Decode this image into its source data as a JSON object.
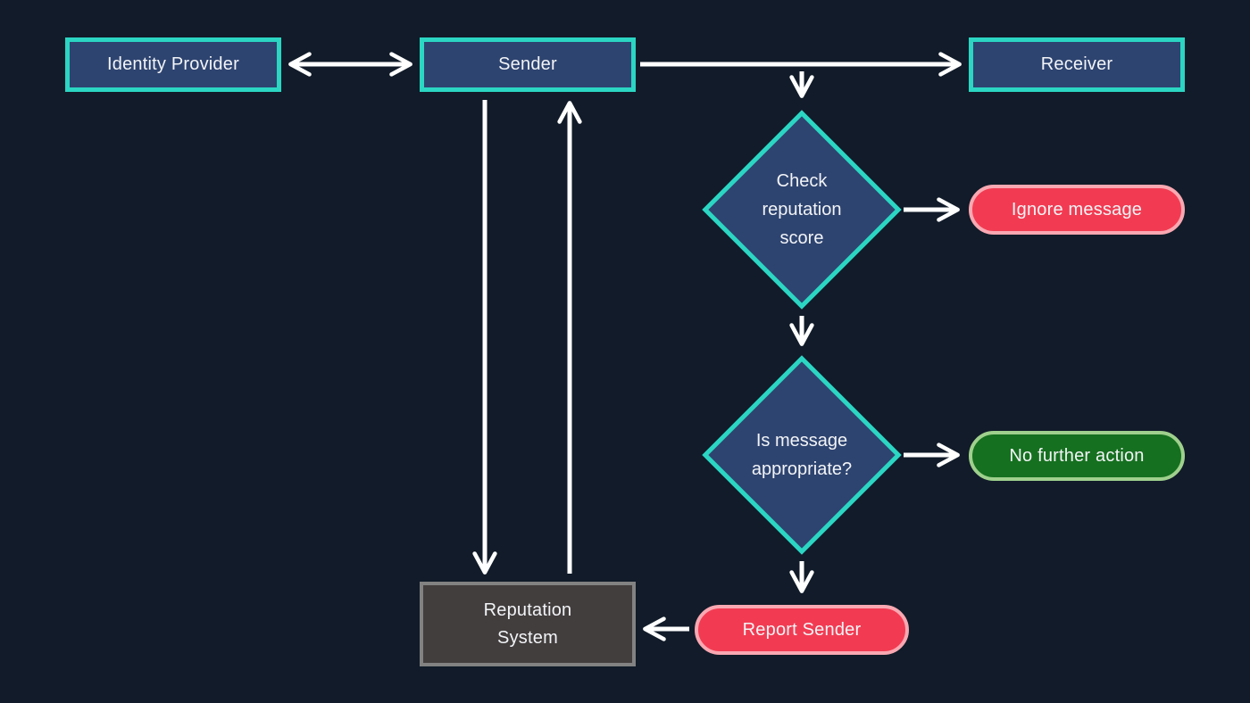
{
  "colors": {
    "bg": "#111B29",
    "node_fill": "#2E4470",
    "node_border": "#2BD6C3",
    "danger_fill": "#F23B52",
    "danger_border": "#F9A8B2",
    "success_fill": "#15701F",
    "success_border": "#9FD08D",
    "neutral_fill": "#433E3E",
    "neutral_border": "#828282",
    "arrow": "#FFFFFF",
    "text": "#F2F4F7"
  },
  "nodes": {
    "identity_provider": {
      "label": "Identity Provider",
      "shape": "rectangle"
    },
    "sender": {
      "label": "Sender",
      "shape": "rectangle"
    },
    "receiver": {
      "label": "Receiver",
      "shape": "rectangle"
    },
    "check_reputation_score": {
      "label": "Check reputation score",
      "shape": "diamond"
    },
    "ignore_message": {
      "label": "Ignore message",
      "shape": "pill"
    },
    "is_message_appropriate": {
      "label": "Is message appropriate?",
      "shape": "diamond"
    },
    "no_further_action": {
      "label": "No further action",
      "shape": "pill"
    },
    "report_sender": {
      "label": "Report Sender",
      "shape": "pill"
    },
    "reputation_system": {
      "label": "Reputation System",
      "shape": "rectangle"
    }
  },
  "edges": [
    {
      "from": "identity_provider",
      "to": "sender",
      "arrows": "both"
    },
    {
      "from": "sender",
      "to": "receiver",
      "arrows": "end"
    },
    {
      "from": "sender-receiver-line",
      "to": "check_reputation_score",
      "arrows": "end"
    },
    {
      "from": "check_reputation_score",
      "to": "ignore_message",
      "arrows": "end"
    },
    {
      "from": "check_reputation_score",
      "to": "is_message_appropriate",
      "arrows": "end"
    },
    {
      "from": "is_message_appropriate",
      "to": "no_further_action",
      "arrows": "end"
    },
    {
      "from": "is_message_appropriate",
      "to": "report_sender",
      "arrows": "end"
    },
    {
      "from": "report_sender",
      "to": "reputation_system",
      "arrows": "end"
    },
    {
      "from": "sender",
      "to": "reputation_system",
      "arrows": "end"
    },
    {
      "from": "reputation_system",
      "to": "sender",
      "arrows": "end"
    }
  ]
}
